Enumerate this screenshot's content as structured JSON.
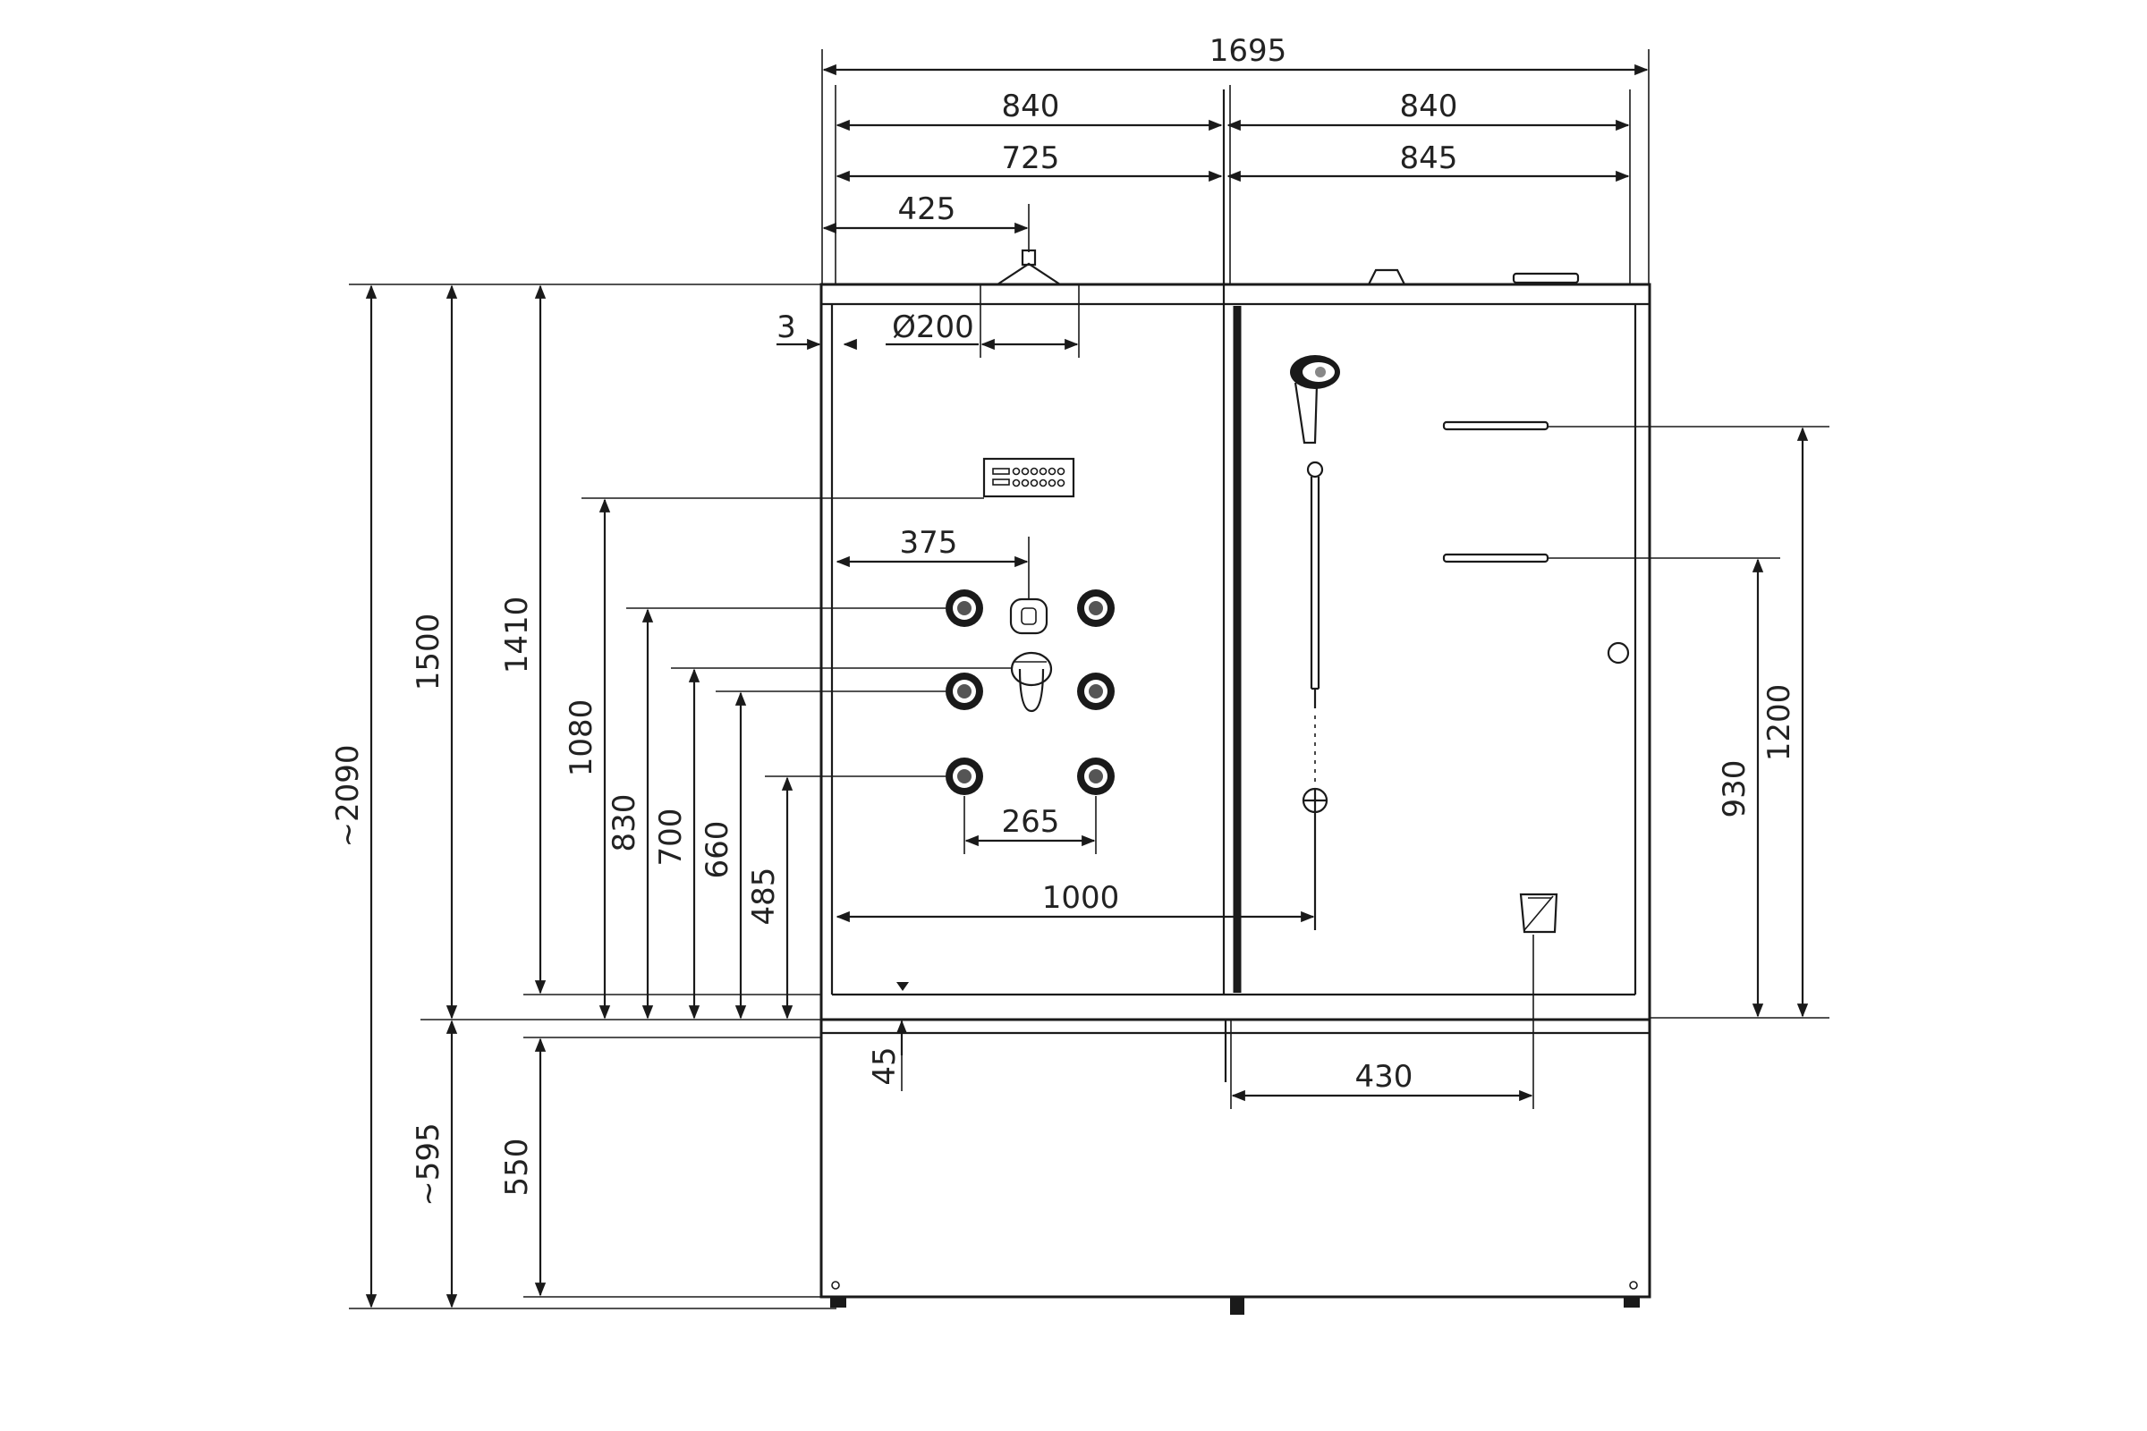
{
  "dimensions": {
    "total_width": "1695",
    "left_width": "840",
    "right_width": "840",
    "left_inner": "725",
    "right_inner": "845",
    "head_offset": "425",
    "gap": "3",
    "head_diameter": "Ø200",
    "jets_offset": "375",
    "jets_spacing": "265",
    "hand_shower_offset": "1000",
    "step_height": "45",
    "seat_offset": "430",
    "overall_height": "~2090",
    "cabin_height": "1500",
    "head_height": "1410",
    "panel_height": "1080",
    "jet_row1": "830",
    "mixer_height": "700",
    "jet_row2": "660",
    "jet_row3": "485",
    "base_height": "~595",
    "tray_height": "550",
    "shelf_upper": "1200",
    "shelf_lower": "930"
  },
  "colors": {
    "ink": "#1a1a1a",
    "background": "#ffffff"
  }
}
